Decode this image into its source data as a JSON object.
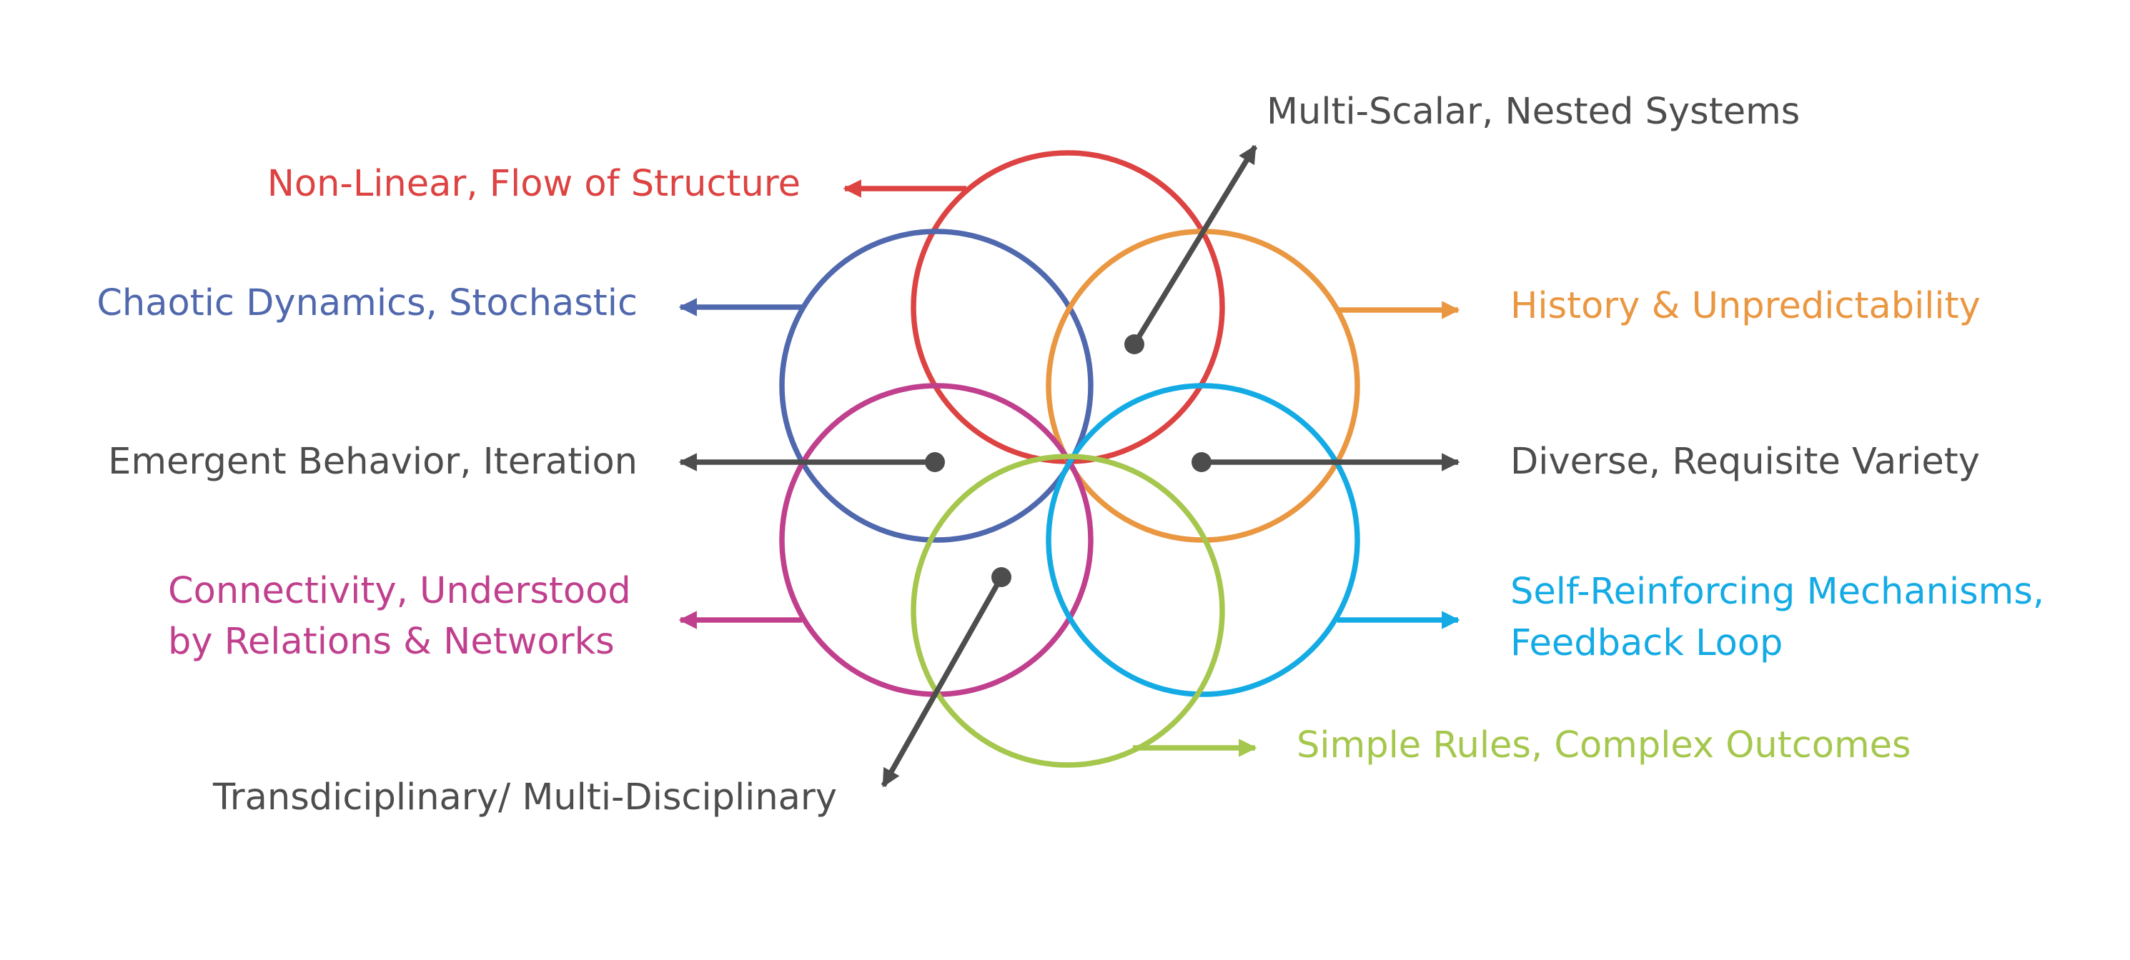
{
  "colors": {
    "red": "#dc4342",
    "blue": "#5068ad",
    "orange": "#ea9742",
    "magenta": "#c0408e",
    "cyan": "#14abe5",
    "green": "#a5c74d",
    "gray": "#4d4d4d"
  },
  "circles": [
    {
      "name": "top-red",
      "color": "red"
    },
    {
      "name": "upper-left-blue",
      "color": "blue"
    },
    {
      "name": "upper-right-orange",
      "color": "orange"
    },
    {
      "name": "lower-left-magenta",
      "color": "magenta"
    },
    {
      "name": "lower-right-cyan",
      "color": "cyan"
    },
    {
      "name": "bottom-green",
      "color": "green"
    }
  ],
  "labels": {
    "non_linear": "Non-Linear, Flow of Structure",
    "multi_scalar": "Multi-Scalar, Nested Systems",
    "chaotic": "Chaotic Dynamics, Stochastic",
    "history": "History & Unpredictability",
    "emergent": "Emergent Behavior, Iteration",
    "diverse": "Diverse, Requisite Variety",
    "connectivity_line1": "Connectivity, Understood",
    "connectivity_line2": "by Relations & Networks",
    "self_reinforcing_line1": "Self-Reinforcing Mechanisms,",
    "self_reinforcing_line2": "Feedback Loop",
    "simple_rules": "Simple Rules, Complex Outcomes",
    "transdisciplinary": "Transdiciplinary/ Multi-Disciplinary"
  }
}
